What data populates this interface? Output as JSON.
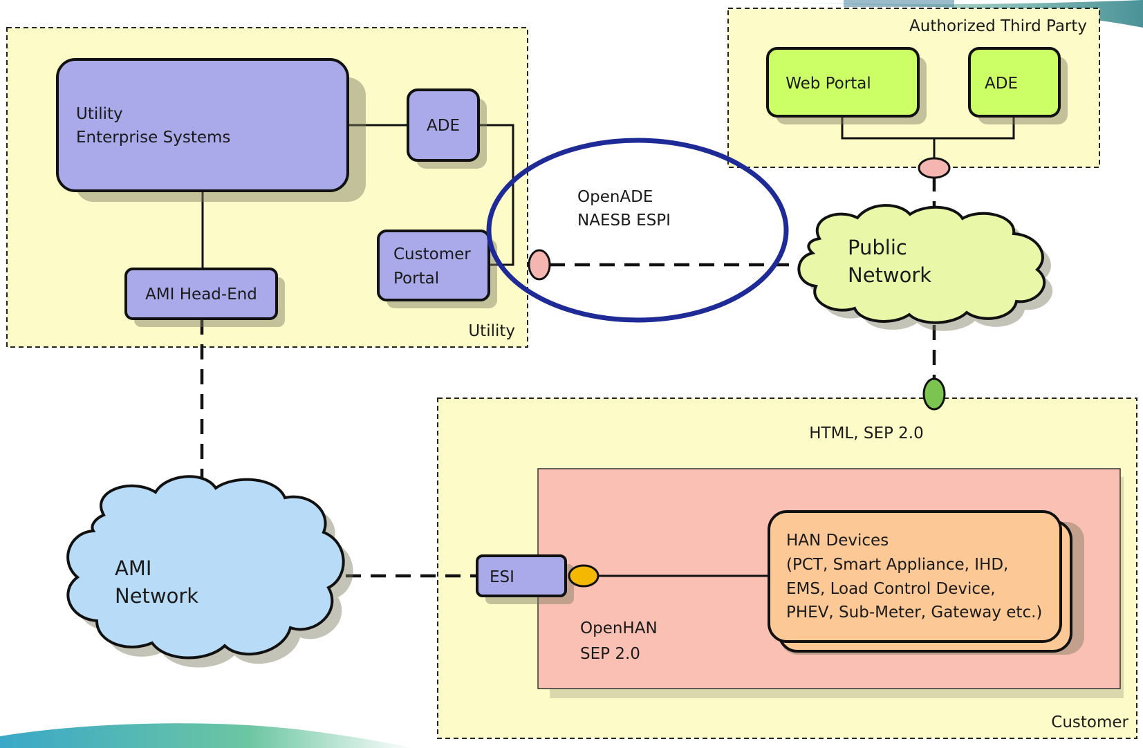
{
  "zones": {
    "utility": {
      "label": "Utility"
    },
    "third_party": {
      "label": "Authorized Third Party"
    },
    "customer": {
      "label": "Customer"
    }
  },
  "nodes": {
    "utility_enterprise": {
      "line1": "Utility",
      "line2": "Enterprise Systems"
    },
    "utility_ade": {
      "label": "ADE"
    },
    "customer_portal": {
      "line1": "Customer",
      "line2": "Portal"
    },
    "ami_head_end": {
      "label": "AMI Head-End"
    },
    "web_portal": {
      "label": "Web Portal"
    },
    "third_party_ade": {
      "label": "ADE"
    },
    "public_network": {
      "line1": "Public",
      "line2": "Network"
    },
    "ami_network": {
      "line1": "AMI",
      "line2": "Network"
    },
    "esi": {
      "label": "ESI"
    },
    "han_devices": {
      "line1": "HAN Devices",
      "line2": "(PCT, Smart Appliance, IHD,",
      "line3": "EMS, Load Control Device,",
      "line4": "PHEV, Sub-Meter, Gateway etc.)"
    }
  },
  "annotations": {
    "openade": {
      "line1": "OpenADE",
      "line2": "NAESB ESPI"
    },
    "html_sep": {
      "label": "HTML, SEP 2.0"
    },
    "openhan": {
      "line1": "OpenHAN",
      "line2": "SEP 2.0"
    }
  },
  "colors": {
    "zone_fill": "#fdfcc8",
    "utility_box": "#aaaaea",
    "third_party_box": "#ccff66",
    "public_cloud": "#e8f7a8",
    "ami_cloud": "#b8dcf7",
    "han_area": "#fbc0b4",
    "han_devices": "#fcc896",
    "highlight_ellipse": "#1e2a96",
    "port_pink": "#f5b5b0",
    "port_green": "#7cc450",
    "port_yellow": "#f5b800"
  }
}
